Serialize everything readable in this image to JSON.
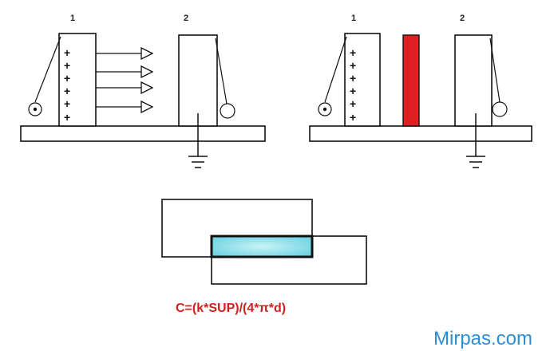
{
  "left_setup": {
    "plate1_number": "1",
    "plate2_number": "2",
    "charges": [
      "+",
      "+",
      "+",
      "+",
      "+",
      "+"
    ]
  },
  "right_setup": {
    "plate1_number": "1",
    "plate2_number": "2",
    "charges": [
      "+",
      "+",
      "+",
      "+",
      "+",
      "+"
    ],
    "dielectric_color": "#e02020"
  },
  "overlap_color": "#7fd9e6",
  "formula": {
    "text": "C=(k*SUP)/(4*π*d)",
    "color": "#d02020"
  },
  "watermark": {
    "text": "Mirpas.com",
    "color": "#2a8fd6"
  }
}
